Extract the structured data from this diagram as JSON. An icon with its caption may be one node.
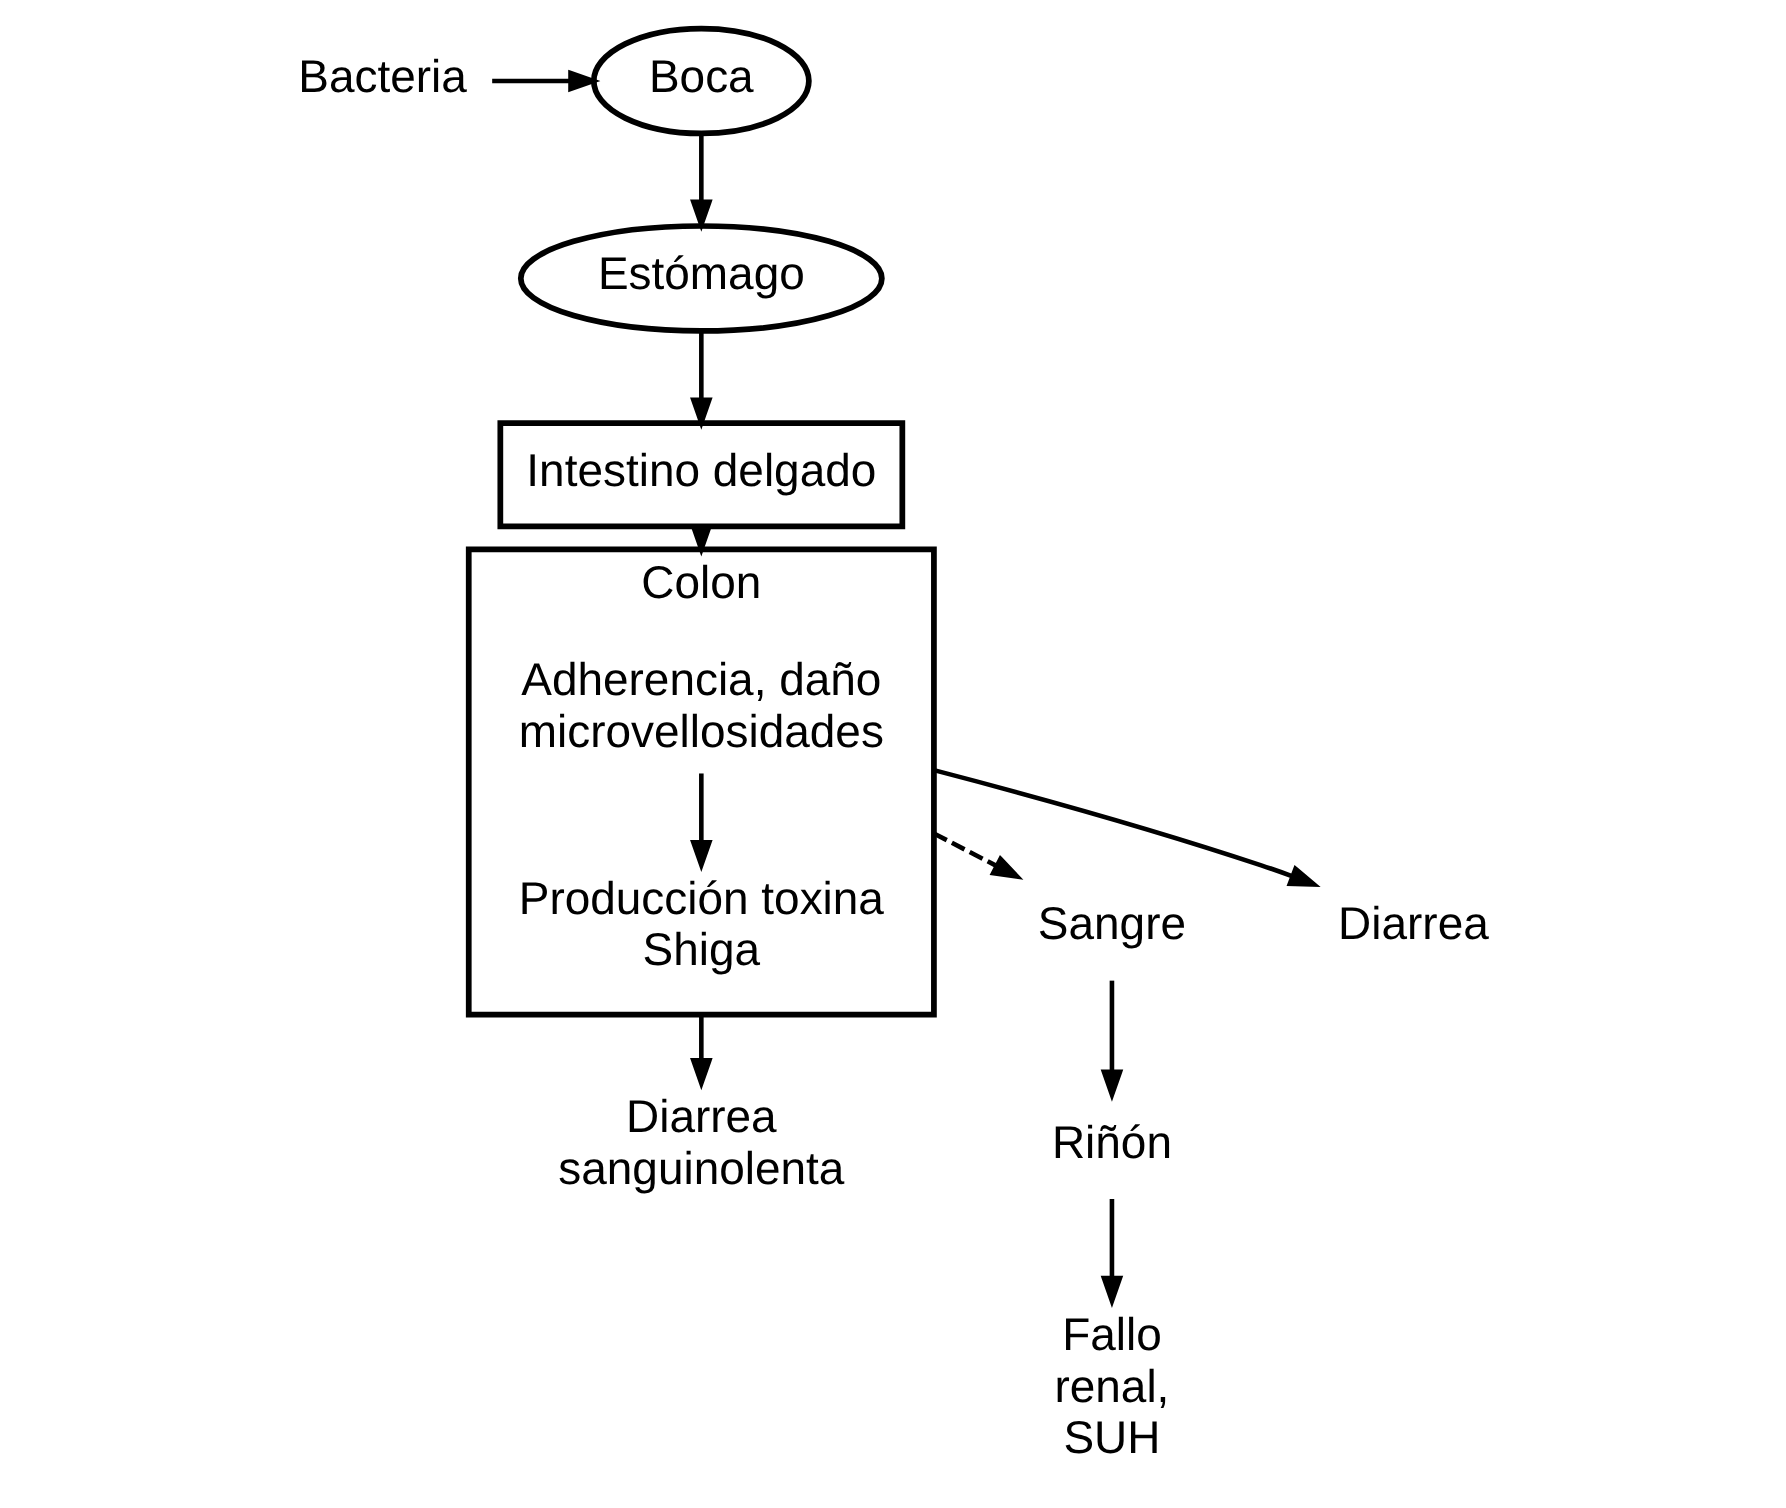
{
  "diagram": {
    "nodes": [
      {
        "text": [
          "Bacteria"
        ]
      },
      {
        "text": [
          "Boca"
        ]
      },
      {
        "text": [
          "Estómago"
        ]
      },
      {
        "text": [
          "Intestino delgado"
        ]
      },
      {
        "text": [
          "Colon"
        ]
      },
      {
        "text": [
          "Adherencia, daño microvellosidades"
        ],
        "in": 4
      },
      {
        "text": [
          "Producción toxina Shiga"
        ],
        "in": 4
      },
      {
        "text": [
          "Sangre"
        ]
      },
      {
        "text": [
          "Riñón"
        ]
      },
      {
        "text": [
          "Fallo renal, SUH"
        ]
      },
      {
        "text": [
          "Diarrea"
        ]
      },
      {
        "text": [
          "Diarrea sanguinolenta"
        ]
      }
    ],
    "edges": [
      {
        "from": 0,
        "to": 1,
        "arrow": "to"
      },
      {
        "from": 1,
        "to": 2,
        "arrow": "to"
      },
      {
        "from": 2,
        "to": 3,
        "arrow": "to"
      },
      {
        "from": 3,
        "to": 4,
        "arrow": "to"
      },
      {
        "from": 4,
        "to": 7,
        "arrow": "to",
        "style": "dashed"
      },
      {
        "from": 7,
        "to": 8,
        "arrow": "to"
      },
      {
        "from": 8,
        "to": 9,
        "arrow": "to"
      },
      {
        "from": 5,
        "to": 6,
        "arrow": "to"
      },
      {
        "from": 4,
        "to": 10,
        "arrow": "to"
      },
      {
        "from": 4,
        "to": 11,
        "arrow": "to"
      }
    ]
  }
}
